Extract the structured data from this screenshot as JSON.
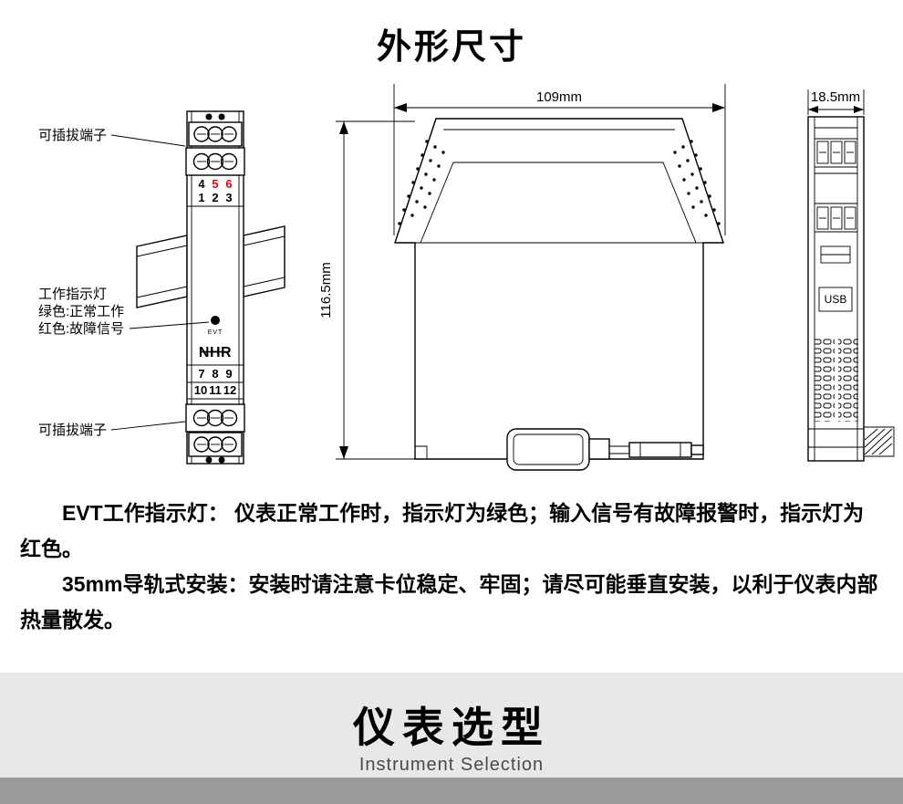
{
  "page": {
    "title": "外形尺寸"
  },
  "dims": {
    "width": "109mm",
    "height": "116.5mm",
    "depth": "18.5mm"
  },
  "front_view": {
    "top_terminal_label": "可插拔端子",
    "bottom_terminal_label": "可插拔端子",
    "indicator_label_1": "工作指示灯",
    "indicator_label_2": "绿色:正常工作",
    "indicator_label_3": "红色:故障信号",
    "terminals_row1": [
      "4",
      "5",
      "6"
    ],
    "terminals_row2": [
      "1",
      "2",
      "3"
    ],
    "terminals_row3": [
      "7",
      "8",
      "9"
    ],
    "terminals_row4": [
      "10",
      "11",
      "12"
    ],
    "evt": "EVT",
    "brand": "NHR"
  },
  "profile": {
    "usb": "USB"
  },
  "notes": {
    "para1": "EVT工作指示灯： 仪表正常工作时，指示灯为绿色；输入信号有故障报警时，指示灯为红色。",
    "para2": "35mm导轨式安装：安装时请注意卡位稳定、牢固；请尽可能垂直安装，以利于仪表内部热量散发。"
  },
  "footer": {
    "title": "仪表选型",
    "subtitle": "Instrument Selection"
  },
  "colors": {
    "terminal_number_red": "#e60012",
    "banner_bg": "#e8e8e8",
    "strip_bg": "#9b9b9b"
  }
}
